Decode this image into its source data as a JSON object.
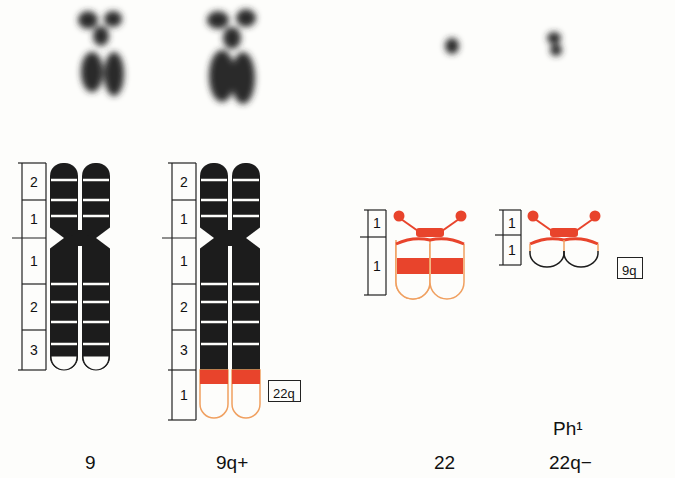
{
  "diagram": {
    "nodes": [
      {
        "text": [
          "22q"
        ]
      },
      {
        "text": [
          "9q"
        ]
      }
    ],
    "labels": [
      "2",
      "1",
      "1",
      "2",
      "3",
      "2",
      "1",
      "1",
      "2",
      "3",
      "1",
      "1",
      "1",
      "1",
      "1",
      "9",
      "9q+",
      "22",
      "Ph¹",
      "22q−"
    ]
  }
}
